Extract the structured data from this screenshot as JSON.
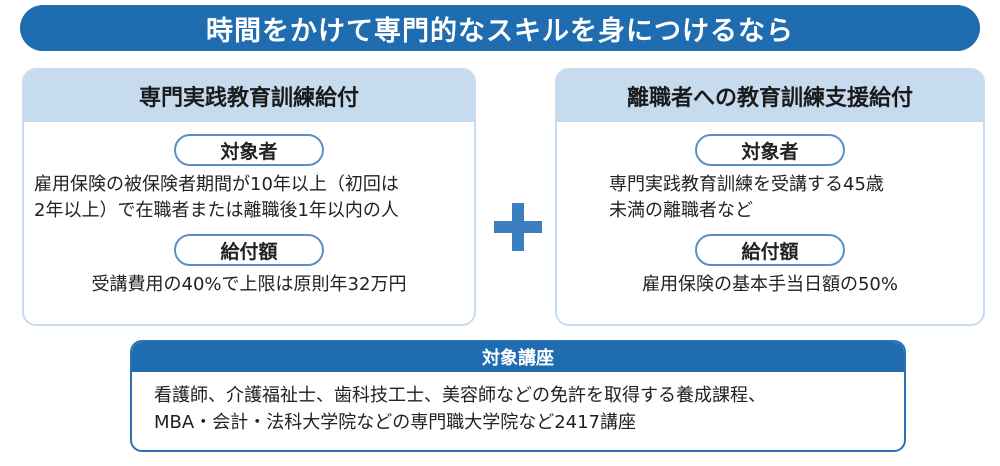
{
  "title": "時間をかけて専門的なスキルを身につけるなら",
  "left": {
    "heading": "専門実践教育訓練給付",
    "target_label": "対象者",
    "target_lines": [
      "雇用保険の被保険者期間が10年以上（初回は",
      "2年以上）で在職者または離職後1年以内の人"
    ],
    "amount_label": "給付額",
    "amount": "受講費用の40%で上限は原則年32万円"
  },
  "right": {
    "heading": "離職者への教育訓練支援給付",
    "target_label": "対象者",
    "target_lines": [
      "専門実践教育訓練を受講する45歳",
      "未満の離職者など"
    ],
    "amount_label": "給付額",
    "amount": "雇用保険の基本手当日額の50%"
  },
  "courses": {
    "heading": "対象講座",
    "lines": [
      "看護師、介護福祉士、歯科技工士、美容師などの免許を取得する養成課程、",
      "MBA・会計・法科大学院などの専門職大学院など2417講座"
    ]
  }
}
